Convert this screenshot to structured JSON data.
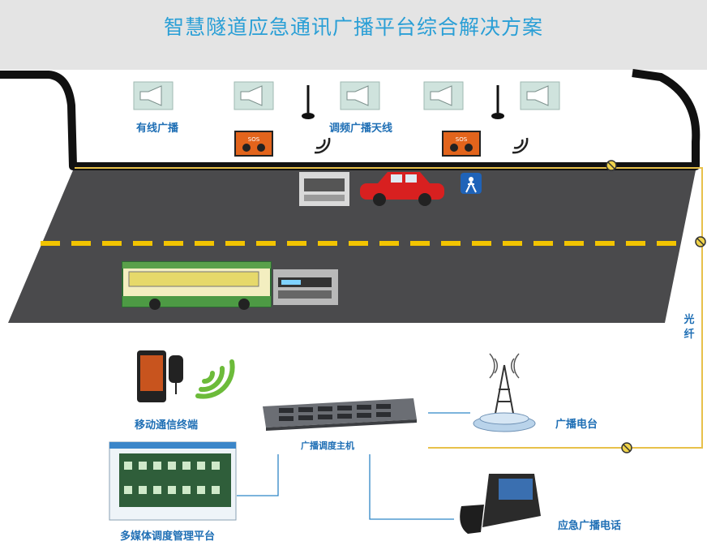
{
  "title": "智慧隧道应急通讯广播平台综合解决方案",
  "labels": {
    "wired_broadcast": "有线广播",
    "fm_antenna": "调频广播天线",
    "fiber": "光纤",
    "mobile_terminal": "移动通信终端",
    "host": "广播调度主机",
    "radio_station": "广播电台",
    "multimedia_platform": "多媒体调度管理平台",
    "emergency_phone": "应急广播电话"
  },
  "device_texts": {
    "sos": "SOS"
  },
  "colors": {
    "title": "#2a9fd6",
    "label": "#1f6fb5",
    "road": "#4a4a4c",
    "lane": "#f2c400",
    "fiber_line": "#e8c14a",
    "network_line": "#2f86c7"
  }
}
